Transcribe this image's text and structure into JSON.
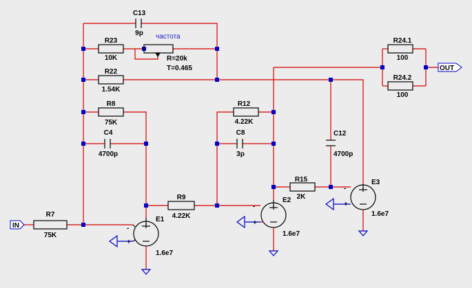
{
  "diagram": {
    "resistors": [
      {
        "ref": "R7",
        "value": "75K"
      },
      {
        "ref": "R9",
        "value": "4.22K"
      },
      {
        "ref": "R8",
        "value": "75K"
      },
      {
        "ref": "R22",
        "value": "1.54K"
      },
      {
        "ref": "R23",
        "value": "10K"
      },
      {
        "ref": "R12",
        "value": "4.22K"
      },
      {
        "ref": "R15",
        "value": "2K"
      },
      {
        "ref": "R24.1",
        "value": "100"
      },
      {
        "ref": "R24.2",
        "value": "100"
      }
    ],
    "capacitors": [
      {
        "ref": "C13",
        "value": "9p"
      },
      {
        "ref": "C4",
        "value": "4700p"
      },
      {
        "ref": "C8",
        "value": "3p"
      },
      {
        "ref": "C12",
        "value": "4700p"
      }
    ],
    "potentiometer": {
      "label": "частота",
      "r_value": "R=20k",
      "t_value": "T=0.465"
    },
    "amplifiers": [
      {
        "ref": "E1",
        "gain": "1.6e7",
        "minus": "-",
        "plus": "+"
      },
      {
        "ref": "E2",
        "gain": "1.6e7",
        "minus": "-",
        "plus": "+"
      },
      {
        "ref": "E3",
        "gain": "1.6e7",
        "minus": "-",
        "plus": "+"
      }
    ],
    "ports": {
      "input": "IN",
      "output": "OUT"
    }
  }
}
